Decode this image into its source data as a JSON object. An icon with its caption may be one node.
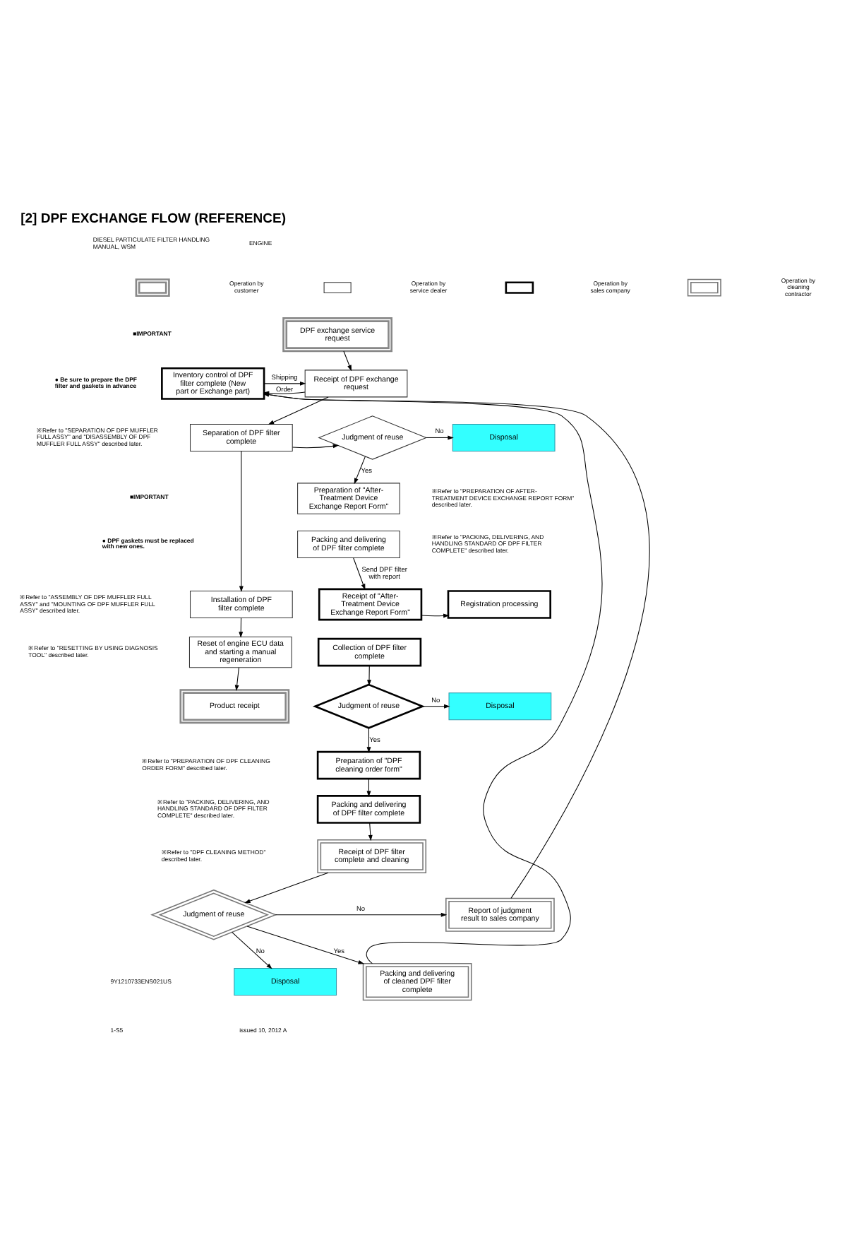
{
  "diagram": {
    "title": "[2] DPF EXCHANGE FLOW (REFERENCE)",
    "nodes": [
      {
        "text": [
          "DPF exchange service request"
        ]
      },
      {
        "text": [
          "Receipt of DPF exchange request"
        ]
      },
      {
        "text": [
          "Inventory control of DPF filter complete (New part or Exchange part)"
        ]
      },
      {
        "text": [
          "Separation of DPF filter complete"
        ]
      },
      {
        "text": [
          "Judgment of reuse"
        ]
      },
      {
        "text": [
          "Disposal"
        ]
      },
      {
        "text": [
          "Preparation of \"After-Treatment Device Exchange Report Form\""
        ]
      },
      {
        "text": [
          "Packing and delivering of DPF filter complete"
        ]
      },
      {
        "text": [
          "Installation of DPF filter complete"
        ]
      },
      {
        "text": [
          "Receipt of \"After-Treatment Device Exchange Report Form\""
        ]
      },
      {
        "text": [
          "Registration processing"
        ]
      },
      {
        "text": [
          "Reset of engine ECU data and starting a manual regeneration"
        ]
      },
      {
        "text": [
          "Collection of DPF filter complete"
        ]
      },
      {
        "text": [
          "Product receipt"
        ]
      },
      {
        "text": [
          "Judgment of reuse"
        ]
      },
      {
        "text": [
          "Disposal"
        ]
      },
      {
        "text": [
          "Preparation of \"DPF cleaning order form\""
        ]
      },
      {
        "text": [
          "Packing and delivering of DPF filter complete"
        ]
      },
      {
        "text": [
          "Receipt of DPF filter complete and cleaning"
        ]
      },
      {
        "text": [
          "Judgment of reuse"
        ]
      },
      {
        "text": [
          "Report of judgment result to sales company"
        ]
      },
      {
        "text": [
          "Disposal"
        ]
      },
      {
        "text": [
          "Packing and delivering of cleaned DPF filter complete"
        ]
      }
    ],
    "edges": [
      {
        "from": 0,
        "to": 1,
        "arrow": "to"
      },
      {
        "from": 1,
        "to": 2,
        "arrow": "to",
        "label": "Order"
      },
      {
        "from": 2,
        "to": 1,
        "arrow": "to",
        "label": "Shipping"
      },
      {
        "from": 1,
        "to": 3,
        "arrow": "to"
      },
      {
        "from": 3,
        "to": 4,
        "arrow": "to"
      },
      {
        "from": 4,
        "to": 5,
        "arrow": "to",
        "label": "No"
      },
      {
        "from": 4,
        "to": 6,
        "arrow": "to",
        "label": "Yes"
      },
      {
        "from": 3,
        "to": 8,
        "arrow": "to"
      },
      {
        "from": 7,
        "to": 9,
        "arrow": "to",
        "label": "Send DPF filter with report"
      },
      {
        "from": 9,
        "to": 10,
        "arrow": "to"
      },
      {
        "from": 8,
        "to": 11,
        "arrow": "to"
      },
      {
        "from": 11,
        "to": 13,
        "arrow": "to"
      },
      {
        "from": 12,
        "to": 14,
        "arrow": "to"
      },
      {
        "from": 14,
        "to": 15,
        "arrow": "to",
        "label": "No"
      },
      {
        "from": 14,
        "to": 16,
        "arrow": "to",
        "label": "Yes"
      },
      {
        "from": 16,
        "to": 17,
        "arrow": "to"
      },
      {
        "from": 17,
        "to": 18,
        "arrow": "to"
      },
      {
        "from": 18,
        "to": 19,
        "arrow": "to"
      },
      {
        "from": 19,
        "to": 20,
        "arrow": "to",
        "label": "No"
      },
      {
        "from": 19,
        "to": 21,
        "arrow": "to",
        "label": "No"
      },
      {
        "from": 19,
        "to": 22,
        "arrow": "to",
        "label": "Yes"
      },
      {
        "from": 20,
        "to": 2,
        "arrow": "to"
      },
      {
        "from": 22,
        "to": 2,
        "arrow": "to"
      }
    ],
    "labels": [
      "DIESEL PARTICULATE FILTER HANDLING MANUAL, WSM",
      "ENGINE",
      "■IMPORTANT",
      "● Be sure to prepare the DPF filter and gaskets in advance",
      "※Refer to \"SEPARATION OF DPF MUFFLER FULL ASSY\" and \"DISASSEMBLY OF DPF MUFFLER FULL ASSY\" described later.",
      "※Refer to \"PREPARATION OF AFTER-TREATMENT DEVICE EXCHANGE REPORT FORM\" described later.",
      "※Refer to \"PACKING, DELIVERING, AND HANDLING STANDARD OF DPF FILTER COMPLETE\" described later.",
      "■IMPORTANT",
      "● DPF gaskets must be replaced with new ones.",
      "※Refer to \"ASSEMBLY OF DPF MUFFLER FULL ASSY\" and \"MOUNTING OF DPF MUFFLER FULL ASSY\" described later.",
      "※Refer to \"RESETTING BY USING DIAGNOSIS TOOL\" described later.",
      "※Refer to \"PREPARATION OF DPF CLEANING ORDER FORM\" described later.",
      "※Refer to \"PACKING, DELIVERING, AND HANDLING STANDARD OF DPF FILTER COMPLETE\" described later.",
      "※Refer to \"DPF CLEANING METHOD\" described later.",
      "9Y1210733ENS021US",
      "1-S5",
      "issued 10, 2012 A"
    ],
    "legend": [
      {
        "text": "Operation by customer"
      },
      {
        "text": "Operation by service dealer"
      },
      {
        "text": "Operation by sales company"
      },
      {
        "text": "Operation by cleaning contractor"
      }
    ]
  }
}
